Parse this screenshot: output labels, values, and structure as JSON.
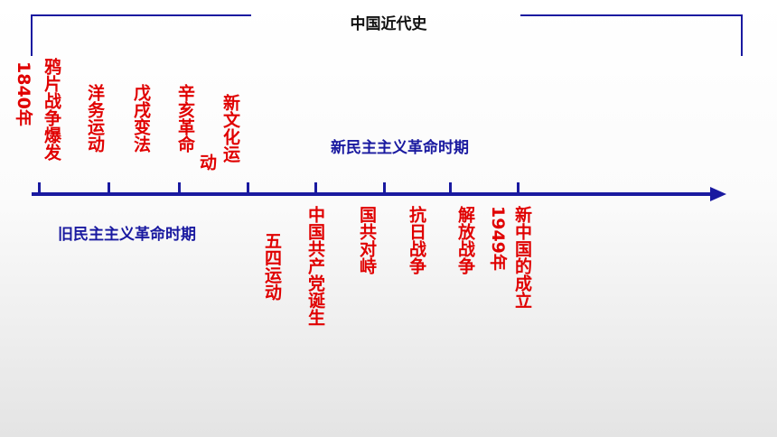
{
  "title": "中国近代史",
  "periods": {
    "old": "旧民主主义革命时期",
    "new": "新民主主义革命时期"
  },
  "events_top": {
    "year_1840": "1840年",
    "opium_war": "鸦片战争爆发",
    "self_strengthening": "洋务运动",
    "reform_1898": "戊戌变法",
    "xinhai": "辛亥革命",
    "new_culture_1": "新文化运",
    "new_culture_2": "动"
  },
  "events_bottom": {
    "may_fourth": "五四运动",
    "cpc_founding": "中国共产党诞生",
    "kmt_cpc_conflict": "国共对峙",
    "anti_japanese": "抗日战争",
    "liberation_war": "解放战争",
    "year_1949": "1949年",
    "prc_founding": "新中国的成立"
  },
  "colors": {
    "axis": "#1a1aa0",
    "event_text": "#e00000",
    "period_text": "#1a1aa0"
  }
}
